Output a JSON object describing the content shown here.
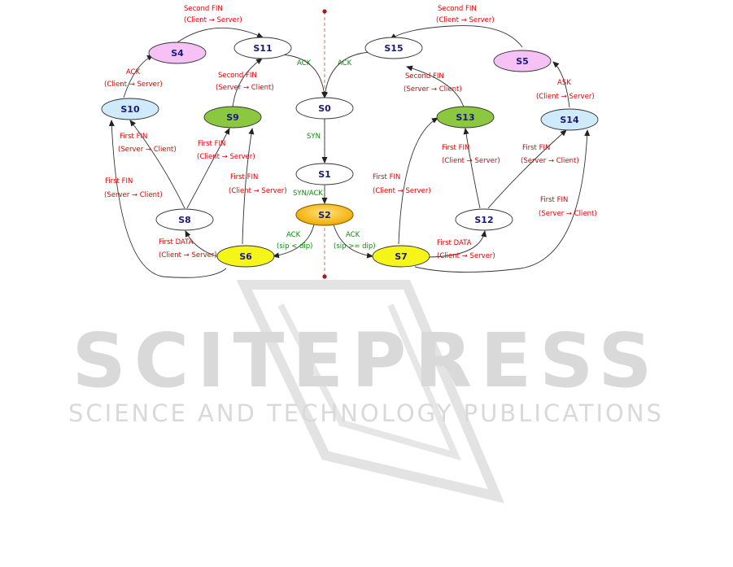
{
  "colors": {
    "white": "#ffffff",
    "pink": "#f6c2f6",
    "lightblue": "#cfeafb",
    "green": "#8bc83f",
    "yellow": "#f5f518",
    "orange": "#f5b800"
  },
  "states": {
    "s0": "S0",
    "s1": "S1",
    "s2": "S2",
    "s4": "S4",
    "s5": "S5",
    "s6": "S6",
    "s7": "S7",
    "s8": "S8",
    "s9": "S9",
    "s10": "S10",
    "s11": "S11",
    "s12": "S12",
    "s13": "S13",
    "s14": "S14",
    "s15": "S15"
  },
  "labels": {
    "second_fin": "Second FIN",
    "first_fin": "First FIN",
    "first_data": "First DATA",
    "ack_upper": "ACK",
    "ask": "ASK",
    "syn": "SYN",
    "syn_ack": "SYN/ACK",
    "client_server": "(Client → Server)",
    "server_client": "(Server → Client)",
    "sip_lt_dip": "(sip < dip)",
    "sip_ge_dip": "(sip >= dip)"
  },
  "watermark": {
    "line1": "SCITEPRESS",
    "line2": "SCIENCE AND TECHNOLOGY PUBLICATIONS"
  }
}
